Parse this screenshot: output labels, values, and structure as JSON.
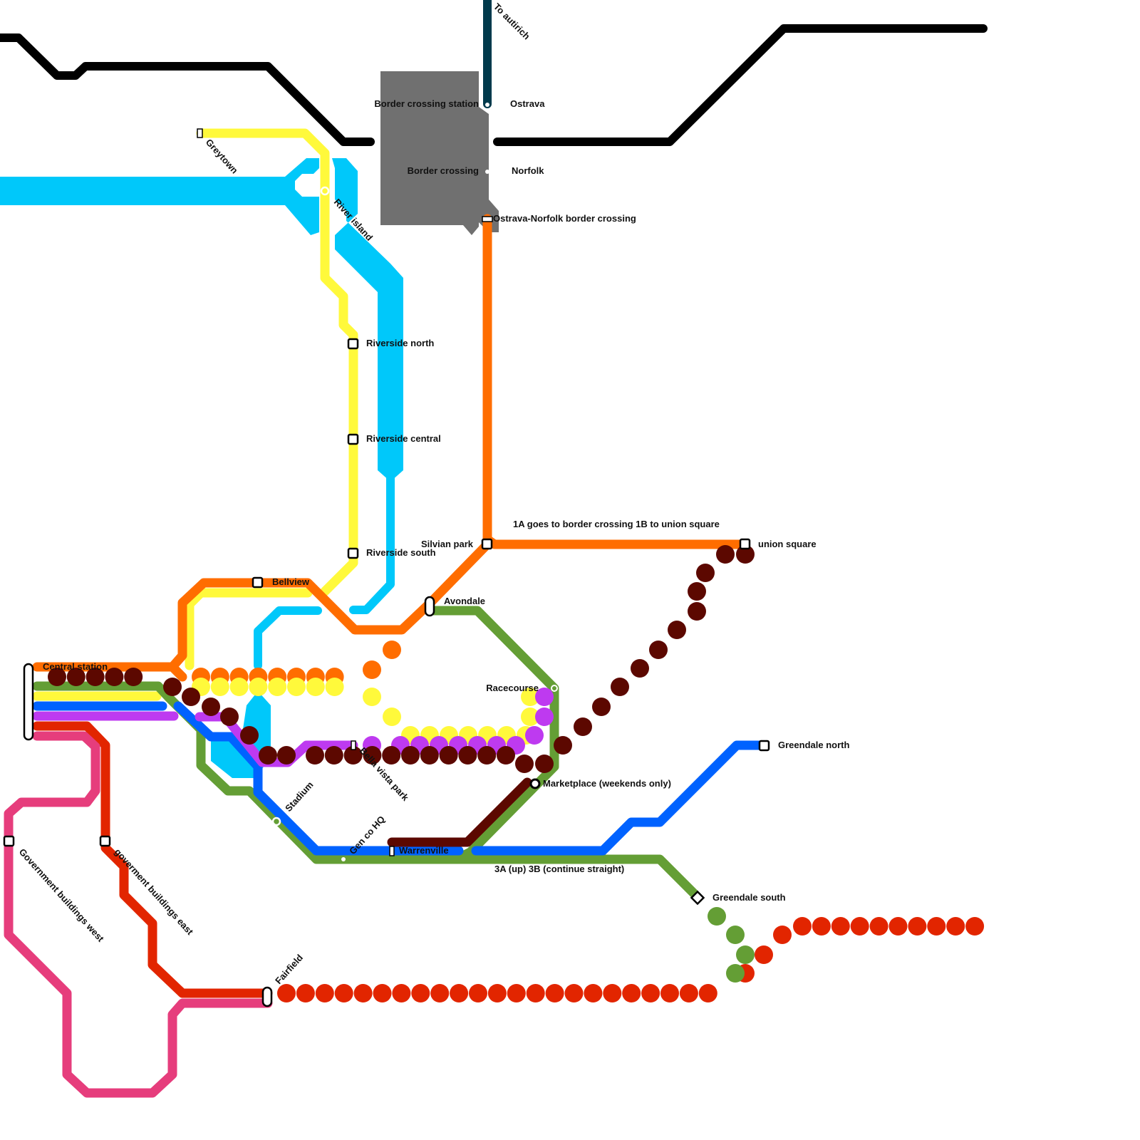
{
  "map": {
    "title": "Metro map",
    "colors": {
      "black_line": "#000000",
      "river": "#00c8fa",
      "yellow": "#fff93b",
      "orange": "#ff6d00",
      "green": "#649e35",
      "blue": "#0062ff",
      "purple": "#be3af0",
      "red": "#e22500",
      "pink": "#e63d7c",
      "maroon": "#5c0800",
      "navy": "#003a4c",
      "border_zone": "#707070"
    },
    "labels": {
      "to_autirich": "To autirich",
      "border_crossing_station": "Border crossing station",
      "ostrava": "Ostrava",
      "border_crossing": "Border crossing",
      "norfolk": "Norfolk",
      "ostrava_norfolk": "Ostrava-Norfolk border crossing",
      "greytown": "Greytown",
      "river_island": "River island",
      "riverside_north": "Riverside north",
      "riverside_central": "Riverside central",
      "riverside_south": "Riverside south",
      "silvian_park": "Silvian park",
      "note_1a_1b": "1A goes to border crossing 1B to union square",
      "union_square": "union square",
      "avondale": "Avondale",
      "bellview": "Bellview",
      "central_station": "Central station",
      "racecourse": "Racecourse",
      "bella_vista_park": "Bella vista park",
      "stadium": "Stadium",
      "gen_co_hq": "Gen co HQ",
      "warrenville": "Warrenville",
      "marketplace": "Marketplace (weekends only)",
      "greendale_north": "Greendale north",
      "note_3a_3b": "3A (up) 3B (continue straight)",
      "greendale_south": "Greendale south",
      "government_west": "Government buildings west",
      "government_east": "goverment buildings east",
      "fairfield": "Fairfield"
    }
  }
}
